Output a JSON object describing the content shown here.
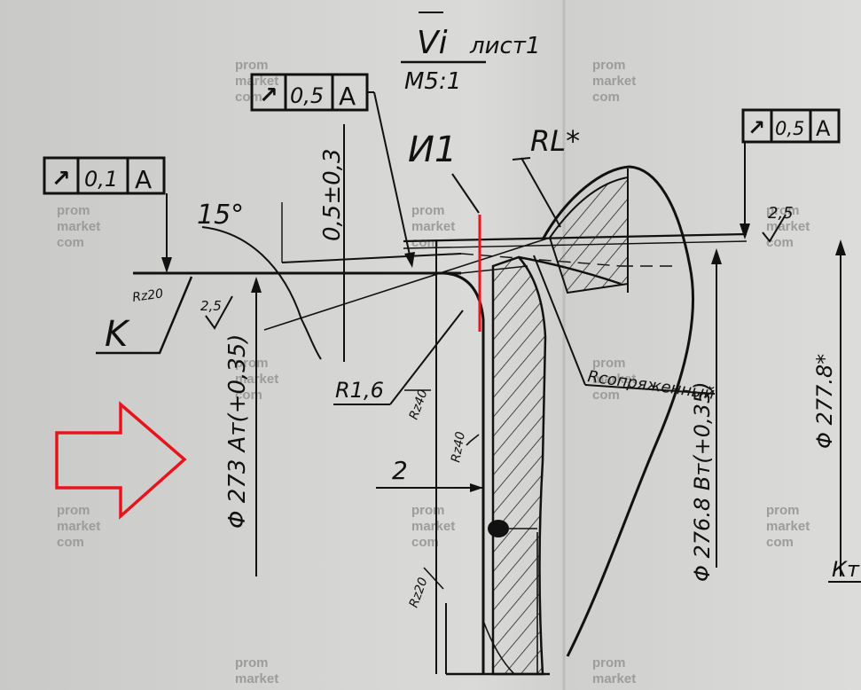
{
  "title": {
    "view": "Vi",
    "sheet": "лист1",
    "scale": "M5:1"
  },
  "frames": {
    "left": {
      "symbol": "↗",
      "tolerance": "0,1",
      "datum": "A"
    },
    "center": {
      "symbol": "↗",
      "tolerance": "0,5",
      "datum": "A"
    },
    "right": {
      "symbol": "↗",
      "tolerance": "0,5",
      "datum": "A"
    }
  },
  "labels": {
    "angle": "15°",
    "thickness": "0,5±0,3",
    "section": "И1",
    "radius_star": "RL*",
    "datum_k": "K",
    "rz20_top": "Rz20",
    "rough_left": "2,5",
    "rough_right": "2,5",
    "r16": "R1,6",
    "rz40_a": "Rz40",
    "rz40_b": "Rz40",
    "rz20_bottom": "Rz20",
    "dim_2": "2",
    "dia_273": "Φ 273 Aт(+0,35)",
    "dia_2768": "Φ 276.8 Bт(+0,35)",
    "dia_2778": "Φ 277.8*",
    "r_mating": "Rсопряженный",
    "cut_label": "Кт"
  },
  "watermark": {
    "line1": "prom",
    "line2": "market",
    "line3": "com"
  },
  "colors": {
    "ink": "#111111",
    "paper": "#d4d4d2",
    "annotation": "#e8141c"
  }
}
